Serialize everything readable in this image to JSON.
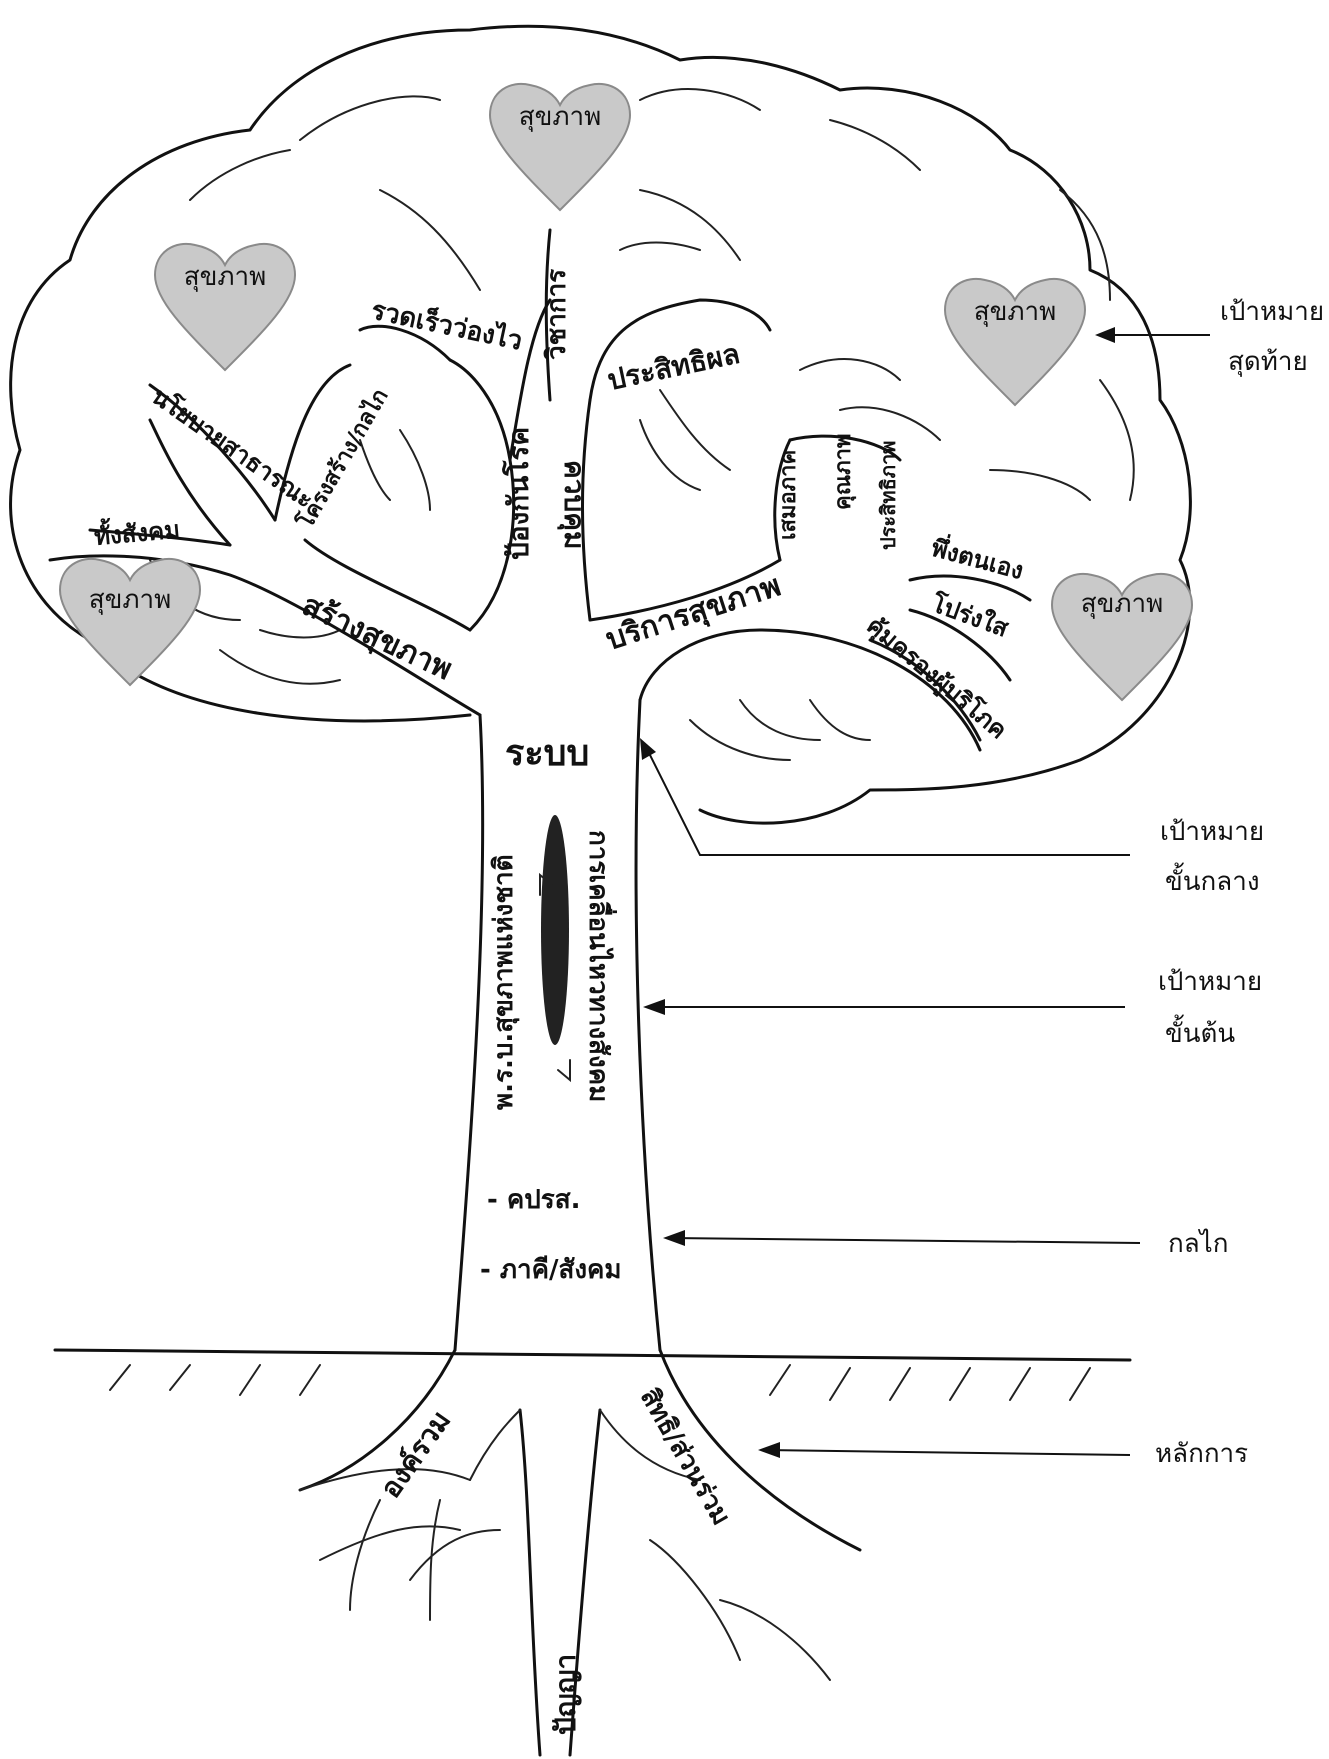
{
  "hearts": [
    "สุขภาพ",
    "สุขภาพ",
    "สุขภาพ",
    "สุขภาพ",
    "สุขภาพ"
  ],
  "branches": {
    "promote_health": "สร้างสุขภาพ",
    "prevent_disease": "ป้องกันโรค",
    "control": "ควบคุม",
    "health_service": "บริการสุขภาพ",
    "public_policy": "นโยบายสาธารณะ",
    "mechanism_structure": "โครงสร้าง/กลไก",
    "whole_society": "ทั้งสังคม",
    "speed": "รวดเร็วว่องไว",
    "academic": "วิชาการ",
    "effectiveness": "ประสิทธิผล",
    "equity": "เสมอภาค",
    "quality": "คุณภาพ",
    "efficiency": "ประสิทธิภาพ",
    "self_reliance": "พึ่งตนเอง",
    "transparency": "โปร่งใส",
    "consumer_protection": "คุ้มครองผู้บริโภค"
  },
  "trunk": {
    "system": "ระบบ",
    "act": "พ.ร.บ.สุขภาพแห่งชาติ",
    "movement": "การเคลื่อนไหวทางสังคม",
    "committee": "- คปรส.",
    "partners": "- ภาคี/สังคม"
  },
  "roots": {
    "holistic": "องค์รวม",
    "wisdom": "ปัญญา",
    "participation": "สิทธิ/ส่วนร่วม"
  },
  "annotations": {
    "final_goal_1": "เป้าหมาย",
    "final_goal_2": "สุดท้าย",
    "mid_goal_1": "เป้าหมาย",
    "mid_goal_2": "ขั้นกลาง",
    "early_goal_1": "เป้าหมาย",
    "early_goal_2": "ขั้นต้น",
    "mechanism": "กลไก",
    "principle": "หลักการ"
  }
}
